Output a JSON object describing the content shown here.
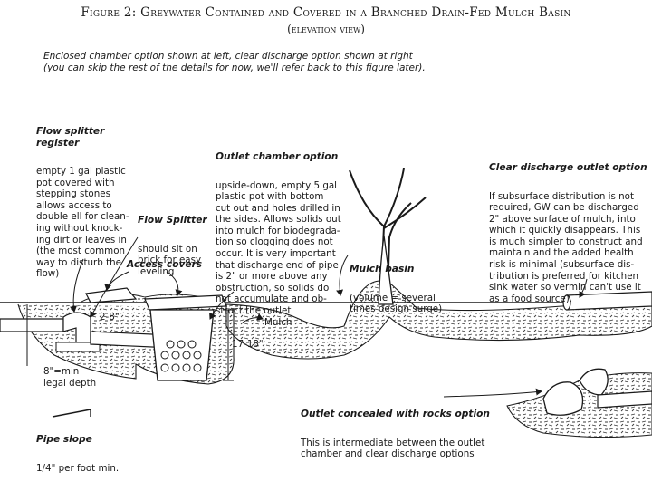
{
  "title": "Figure 2: Greywater Contained and Covered in a Branched Drain-Fed Mulch Basin",
  "subtitle": "(elevation view)",
  "intro": "Enclosed chamber option shown at left, clear discharge option shown at right\n(you can skip the rest of the details for now, we'll refer back to this figure later).",
  "flow_splitter_register": {
    "heading": "Flow splitter\nregister",
    "text": "empty 1 gal plastic\npot covered with\nstepping stones\nallows access to\ndouble ell for clean-\ning without knock-\ning dirt or leaves in\n(the most common\nway to disturb the\nflow)"
  },
  "flow_splitter": {
    "heading": "Flow Splitter",
    "text": "should sit on\nbrick for easy\nleveling"
  },
  "outlet_chamber": {
    "heading": "Outlet chamber option",
    "text": "upside-down, empty 5 gal\nplastic pot with bottom\ncut out and holes drilled in\nthe sides. Allows solids out\ninto mulch for biodegrada-\ntion so clogging does not\noccur. It is very important\nthat discharge end of pipe\nis 2\" or more above any\nobstruction, so solids do\nnot accumulate and ob-\nstruct the outlet"
  },
  "clear_discharge": {
    "heading": "Clear discharge outlet option",
    "text": "If subsurface distribution is not\nrequired, GW can be discharged\n2\" above surface of mulch, into\nwhich it quickly disappears. This\nis much simpler to construct and\nmaintain and the added health\nrisk is minimal (subsurface dis-\ntribution is preferred for kitchen\nsink water so vermin can't use it\nas a food source)."
  },
  "mulch_basin": {
    "heading": "Mulch basin",
    "text": "(volume = several\ntimes design surge)"
  },
  "labels": {
    "access_covers": "Access covers",
    "dim_2_8": "2-8\"",
    "mulch": "Mulch",
    "dim_17_18": "17-18\"",
    "legal_depth": "8\"=min\nlegal depth"
  },
  "pipe_slope": {
    "heading": "Pipe slope",
    "text": "1/4\" per foot min."
  },
  "outlet_rocks": {
    "heading": "Outlet concealed with rocks option",
    "text": "This is intermediate between the outlet\nchamber and clear discharge options"
  },
  "colors": {
    "ink": "#1a1a1a",
    "paper": "#ffffff",
    "mulch": "#3a3a3a"
  },
  "icons": [
    "tree",
    "pipe",
    "flow-splitter-double-ell",
    "outlet-chamber-pot",
    "rock",
    "arrow"
  ]
}
